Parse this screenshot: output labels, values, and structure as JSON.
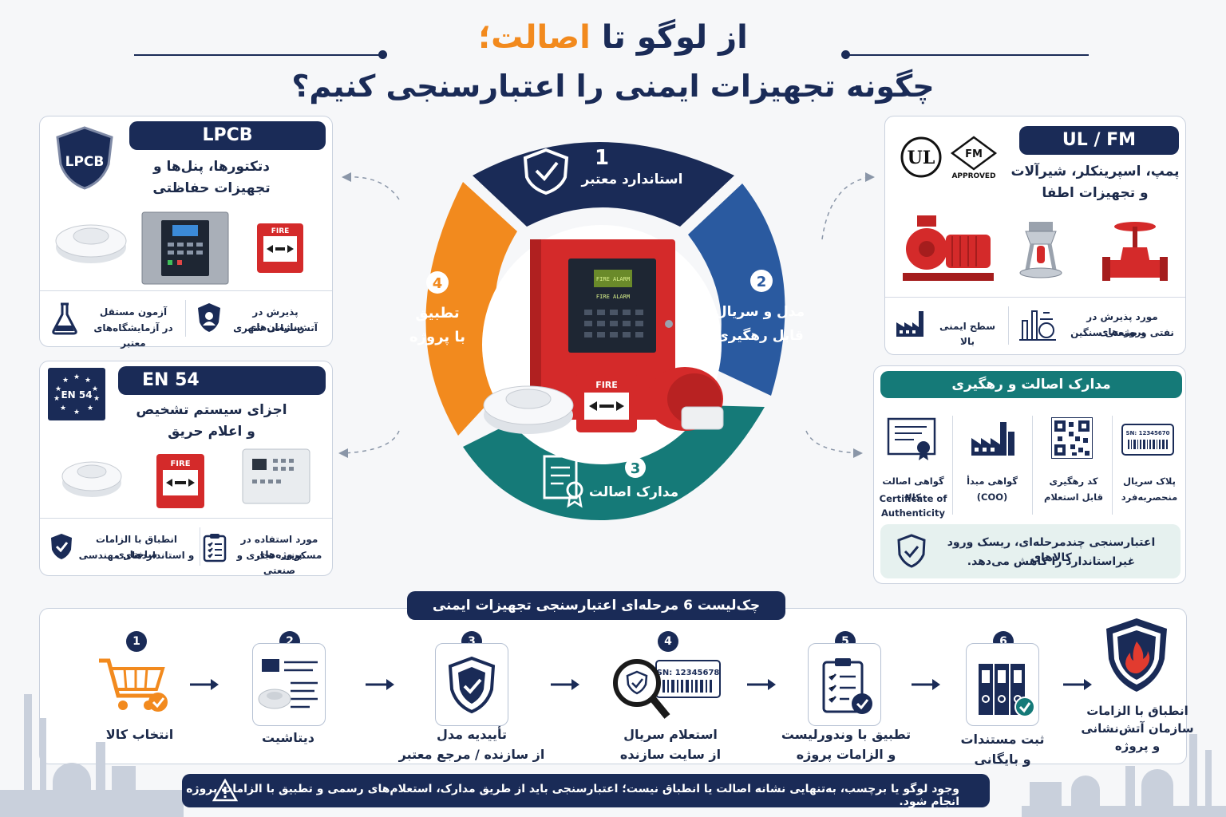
{
  "title": {
    "line1_part1": "از لوگو تا",
    "line1_accent": "اصالت؛",
    "line2": "چگونه تجهیزات ایمنی را اعتبارسنجی کنیم؟"
  },
  "lpcb": {
    "badge": "LPCB",
    "label": "LPCB",
    "desc_line1": "دتکتورها، پنل‌ها و",
    "desc_line2": "تجهیزات حفاظتی",
    "fire_label": "FIRE",
    "feature1_line1": "پذیرش در سازمان‌های",
    "feature1_line2": "آتش‌نشانی شهری",
    "feature2_line1": "آزمون مستقل",
    "feature2_line2": "در آزمایشگاه‌های معتبر"
  },
  "en54": {
    "badge": "EN 54",
    "label": "EN 54",
    "desc_line1": "اجزای سیستم تشخیص",
    "desc_line2": "و اعلام حریق",
    "fire_label": "FIRE",
    "feature1_line1": "مورد استفاده در پروژه‌های",
    "feature1_line2": "مسکونی، تجاری و صنعتی",
    "feature2_line1": "انطباق با الزامات ساختاری",
    "feature2_line2": "و استانداردهای مهندسی"
  },
  "ulfm": {
    "label": "UL / FM",
    "ul_mark": "UL",
    "fm_mark": "FM",
    "fm_approved": "APPROVED",
    "desc_line1": "پمپ، اسپرینکلر، شیرآلات",
    "desc_line2": "و تجهیزات اطفا",
    "feature1_line1": "مورد پذیرش در پروژه‌های",
    "feature1_line2": "نفتی و صنعتی سنگین",
    "feature2": "سطح ایمنی بالا"
  },
  "docs": {
    "header": "مدارک اصالت و رهگیری",
    "items": [
      {
        "line1": "پلاک سریال",
        "line2": "منحصربه‌فرد"
      },
      {
        "line1": "کد رهگیری",
        "line2": "قابل استعلام"
      },
      {
        "line1": "گواهی مبدأ",
        "line2": "(COO)"
      },
      {
        "line1": "گواهی اصالت کالا",
        "line2": "Certificate of",
        "line3": "Authenticity"
      }
    ],
    "plate_text": "SN: 12345670",
    "note_line1": "اعتبارسنجی چندمرحله‌ای، ریسک ورود کالاهای",
    "note_line2": "غیراستاندارد را کاهش می‌دهد."
  },
  "wheel": {
    "seg1_num": "1",
    "seg1_label": "استاندارد معتبر",
    "seg2_num": "2",
    "seg2_line1": "مدل و سریال",
    "seg2_line2": "قابل رهگیری",
    "seg3_num": "3",
    "seg3_label": "مدارک اصالت",
    "seg4_num": "4",
    "seg4_line1": "تطبیق",
    "seg4_line2": "با پروژه",
    "panel_screen1": "FIRE ALARM",
    "panel_screen2": "FIRE ALARM",
    "callpoint": "FIRE"
  },
  "checklist": {
    "header": "چک‌لیست 6 مرحله‌ای اعتبارسنجی تجهیزات ایمنی",
    "steps": [
      {
        "num": "1",
        "line1": "انتخاب کالا",
        "line2": ""
      },
      {
        "num": "2",
        "line1": "دیتاشیت",
        "line2": ""
      },
      {
        "num": "3",
        "line1": "تأییدیه مدل",
        "line2": "از سازنده / مرجع معتبر"
      },
      {
        "num": "4",
        "line1": "استعلام سریال",
        "line2": "از سایت سازنده"
      },
      {
        "num": "5",
        "line1": "تطبیق با وندورلیست",
        "line2": "و الزامات پروژه"
      },
      {
        "num": "6",
        "line1": "ثبت مستندات",
        "line2": "و بایگانی"
      }
    ],
    "serial_text": "SN: 12345678",
    "final_line1": "انطباق با الزامات",
    "final_line2": "سازمان آتش‌نشانی",
    "final_line3": "و پروژه"
  },
  "warning": "وجود لوگو یا برچسب، به‌تنهایی نشانه اصالت یا انطباق نیست؛ اعتبارسنجی باید از طریق مدارک، استعلام‌های رسمی و تطبیق با الزامات پروژه انجام شود.",
  "colors": {
    "navy": "#1a2b57",
    "blue": "#2a5aa0",
    "orange": "#f28a1e",
    "teal": "#157a78",
    "red": "#d42a2a"
  }
}
